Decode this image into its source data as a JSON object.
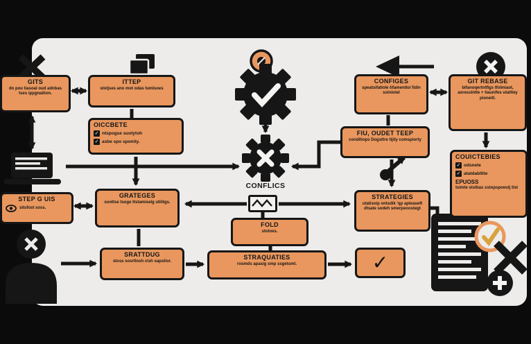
{
  "colors": {
    "background": "#0b0b0b",
    "panel": "#edecea",
    "node_fill": "#e9975e",
    "ink": "#161616",
    "white": "#f5f4f2",
    "doc_check": "#d8a23f"
  },
  "glyphs": {
    "check": "✓"
  },
  "icons": {
    "dismiss": "x-icon",
    "copy": "copy-pages-icon",
    "badge": "orange-badge-icon",
    "gear_check": "gear-check-icon",
    "back": "left-triangle-icon",
    "close": "circle-x-icon",
    "laptop": "laptop-icon",
    "conflict_gear": "gear-x-icon",
    "trend": "trend-arrow-icon",
    "person": "person-x-icon",
    "document": "document-icon",
    "plus": "plus-circle-icon"
  },
  "labels": {
    "conflicts": "CONFLICS"
  },
  "nodes": {
    "gits": {
      "title": "GITS",
      "body": "do pou tiasoal oud adnbas tses ippgnaition."
    },
    "ittep": {
      "title": "ITTEP",
      "body": "stotjses ano mot odas tumlsoes"
    },
    "oiccbete": {
      "title": "OICCBETE",
      "items": [
        "ntspogse suotytoh",
        "asbe spo sponity."
      ]
    },
    "configes": {
      "title": "CONFIGES",
      "body": "speatsifatlole tifamentloi fidin soiniotel"
    },
    "git_rebase": {
      "title": "GIT REBASE",
      "body": "bifanoqertntfigs tfolmiaot, aoresslntte + tiaunifes utatltey pioneitl."
    },
    "fiu_oudet_teep": {
      "title": "FIU, OUDET TEEP",
      "body": "conditiops Dogsttre tijity comspiorty"
    },
    "couictebies": {
      "title": "COUICTEBIES",
      "items": [
        "odsnete",
        "atatdabllite"
      ],
      "subtitle": "EPUOSS",
      "body": "tsimte oistbas sstopspoeutj tlst"
    },
    "step_g_uis": {
      "title": "STEP G UIS",
      "body": "sitsfost soss."
    },
    "grateges": {
      "title": "GRATEGES",
      "body": "soottse tsoge ttstamiselg utilitgs."
    },
    "strategies": {
      "title": "STRATEGIES",
      "body": "utatisoip ontsdik 'qp apteaseft dtsate sodeh smerpeoostegt"
    },
    "fold": {
      "title": "FOLD",
      "body": "stotoes."
    },
    "srattdug": {
      "title": "SRATTDUG",
      "body": "stoss sosrtlosh clsh sapstior."
    },
    "straquaties": {
      "title": "STRAQUATIES",
      "body": "rosmds apasig smp ssgetsmt."
    }
  }
}
